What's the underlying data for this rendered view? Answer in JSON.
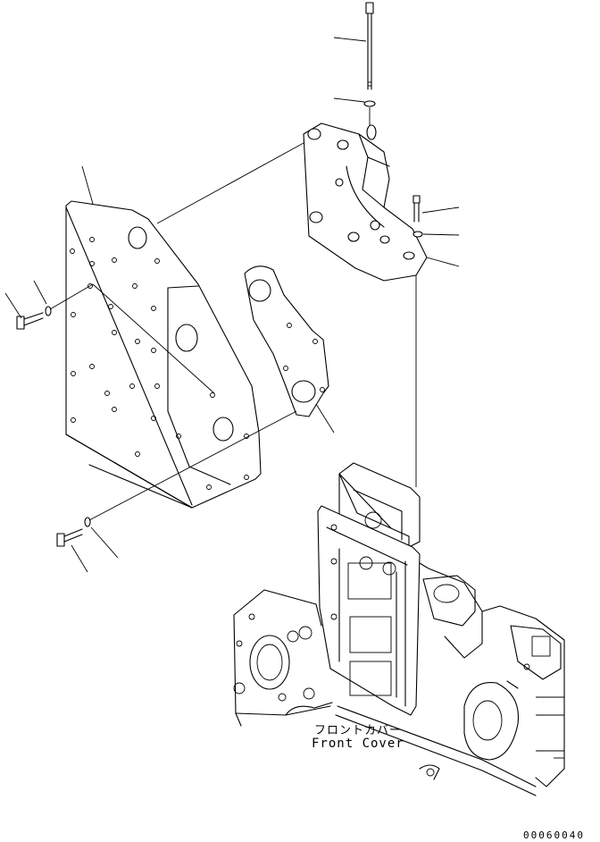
{
  "labels": {
    "front_cover_jp": "フロントカバー",
    "front_cover_en": "Front Cover",
    "figure_code": "00060040"
  },
  "colors": {
    "line": "#000000",
    "background": "#ffffff"
  }
}
